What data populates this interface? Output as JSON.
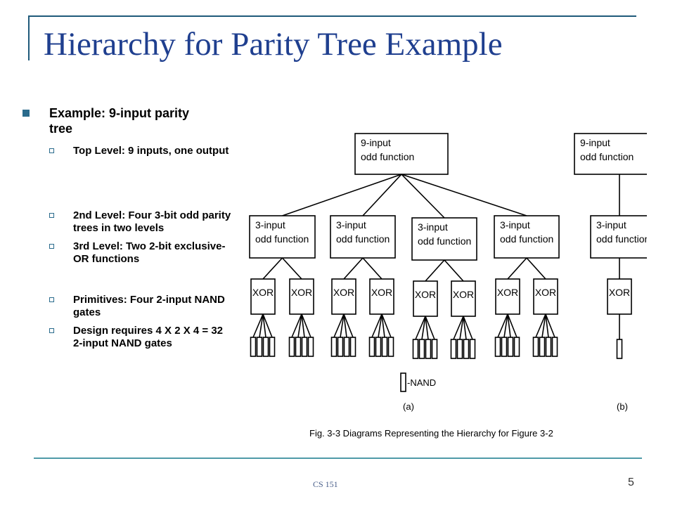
{
  "slide": {
    "title": "Hierarchy for Parity Tree Example",
    "footer": "CS 151",
    "page_number": "5",
    "colors": {
      "title": "#1f3f8f",
      "rule": "#1f5a7a",
      "footer_rule": "#4f9aa8",
      "bullet": "#2a6b8c"
    }
  },
  "bullets": {
    "main": "Example:  9-input parity tree",
    "sub": [
      "Top Level:  9 inputs, one output",
      "2nd Level: Four 3-bit odd parity trees in two levels",
      "3rd Level:  Two 2-bit exclusive-OR functions",
      "Primitives:  Four 2-input NAND gates",
      "Design requires 4 X 2 X 4 = 32 2-input NAND gates"
    ]
  },
  "diagram": {
    "top_box_line1": "9-input",
    "top_box_line2": "odd function",
    "mid_box_line1": "3-input",
    "mid_box_line2": "odd function",
    "xor_label": "XOR",
    "nand_legend": "-NAND",
    "label_a": "(a)",
    "label_b": "(b)",
    "caption": "Fig. 3-3  Diagrams Representing the Hierarchy for Figure 3-2"
  }
}
